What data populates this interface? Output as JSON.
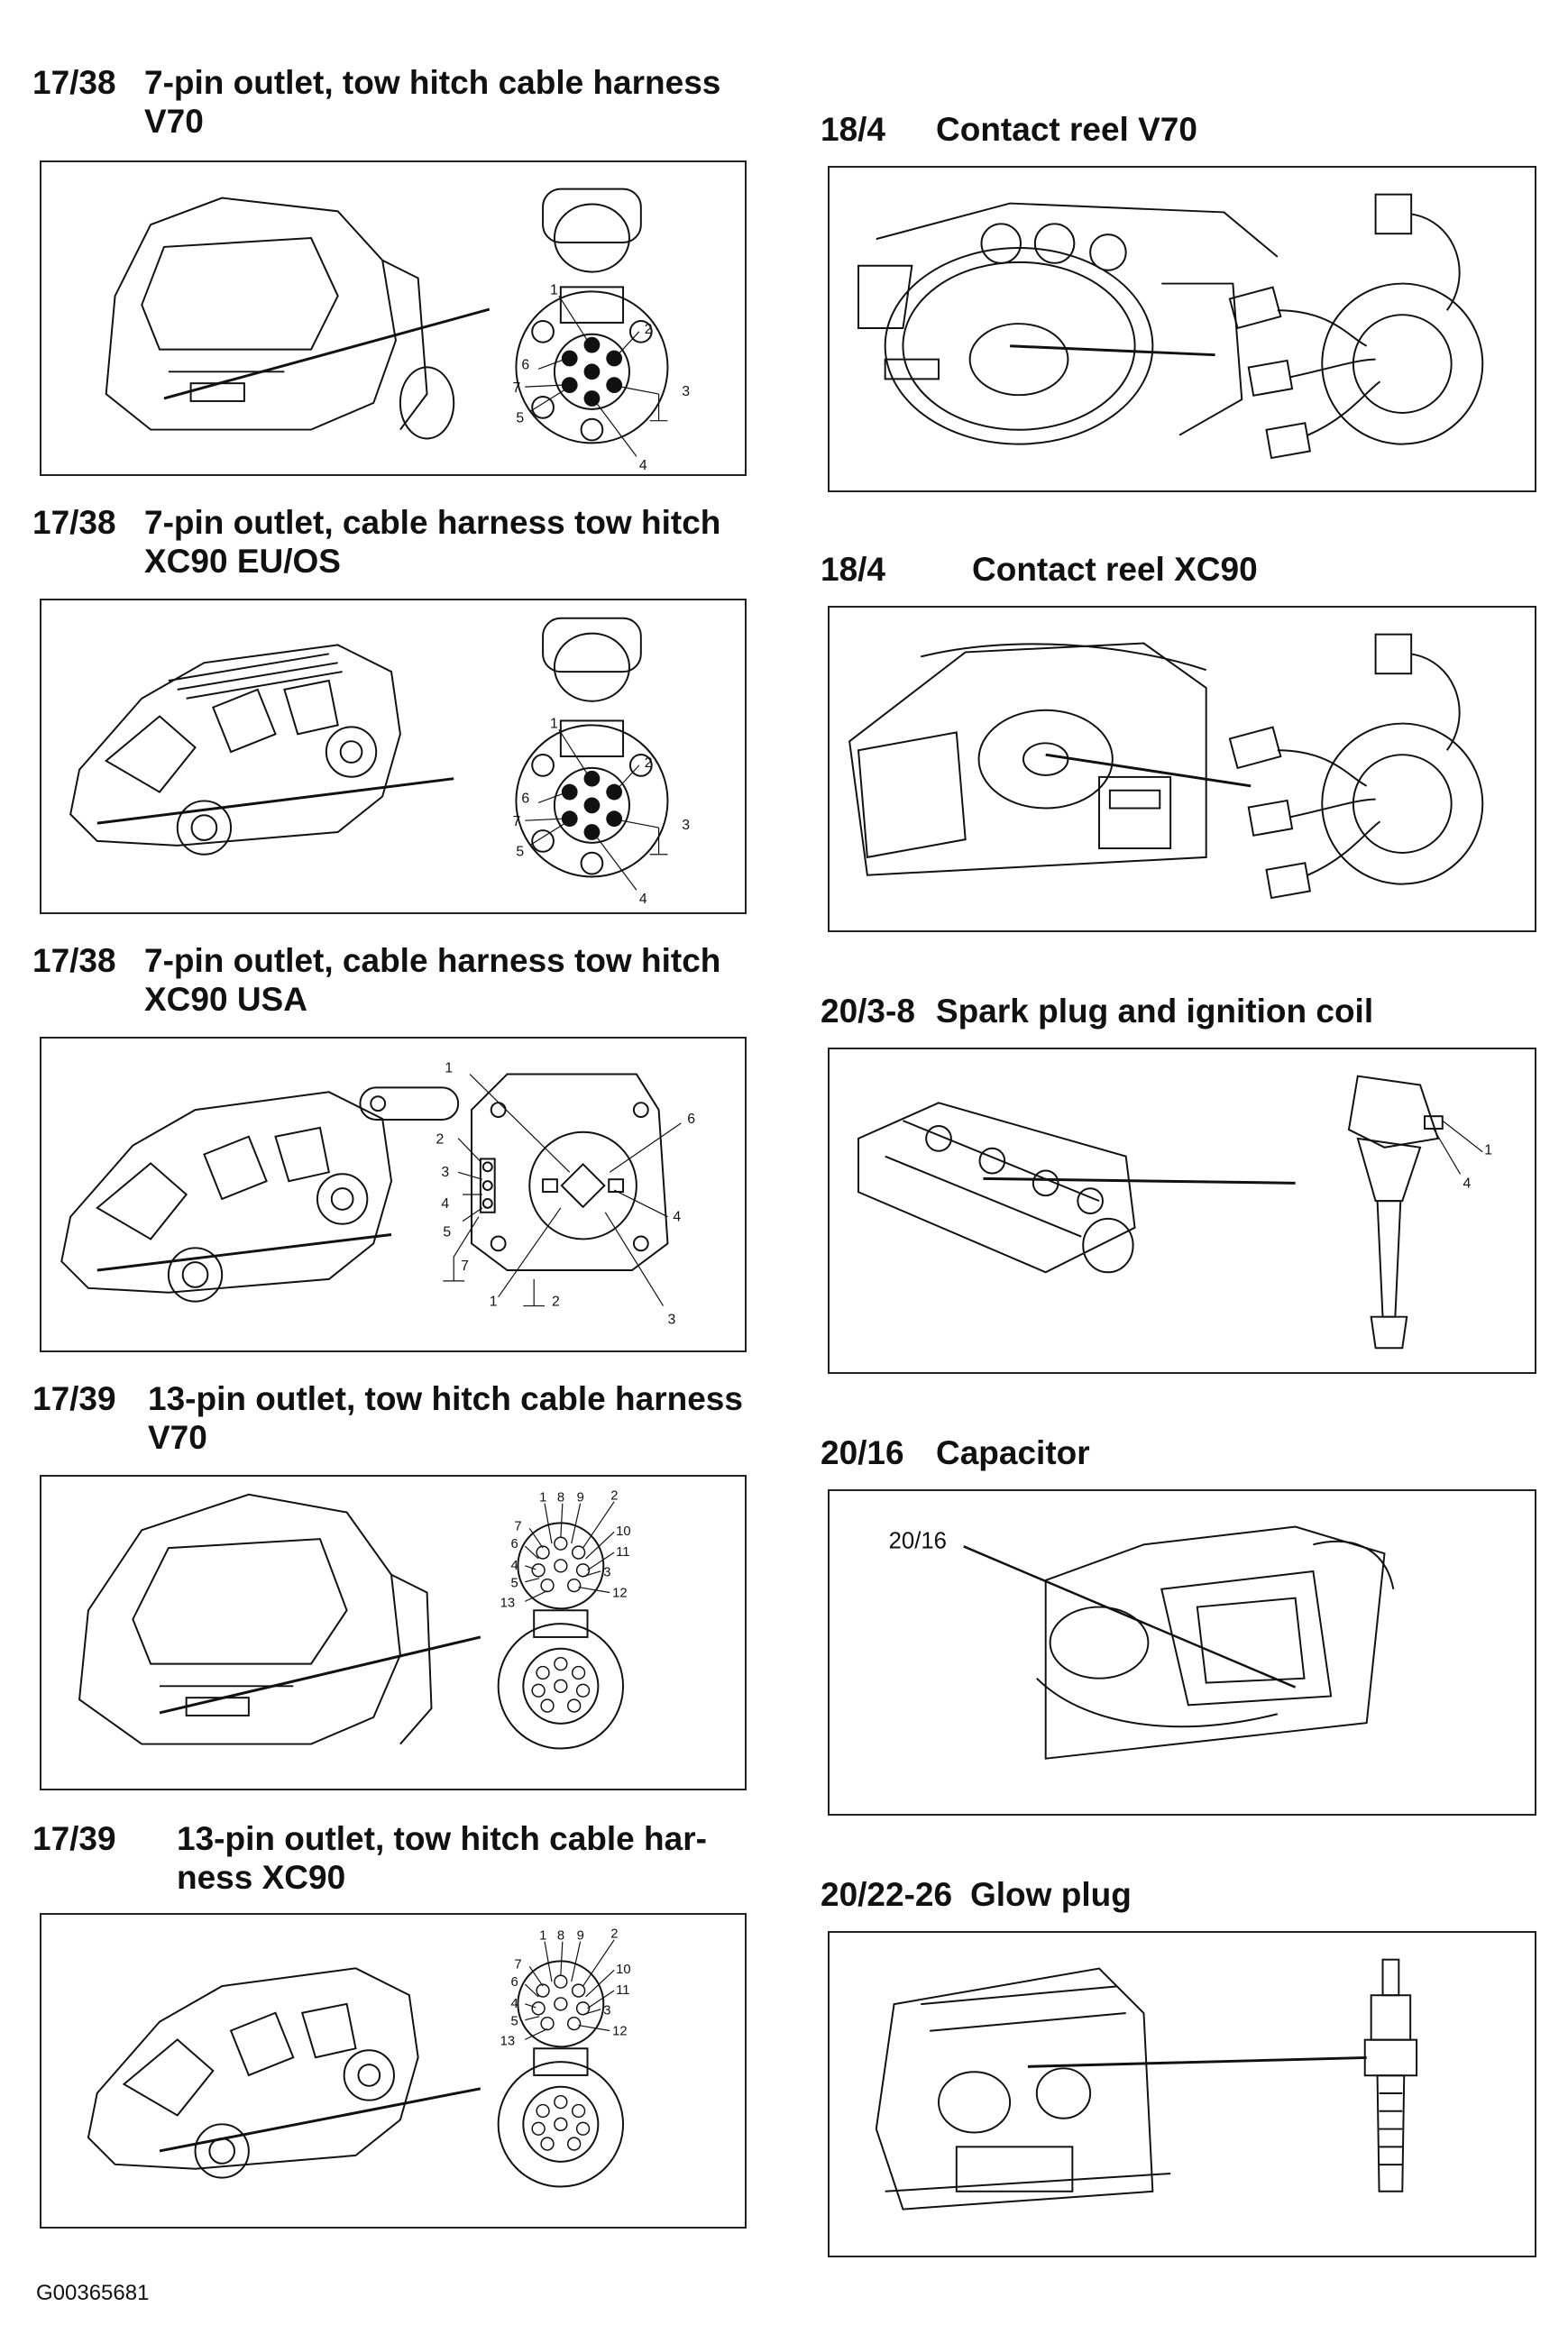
{
  "sections": [
    {
      "code": "17/38",
      "title_line1": "7-pin outlet, tow hitch cable harness",
      "title_line2": "V70",
      "pins": [
        "1",
        "2",
        "3",
        "4",
        "5",
        "6",
        "7"
      ]
    },
    {
      "code": "17/38",
      "title_line1": "7-pin outlet, cable harness tow hitch",
      "title_line2": "XC90 EU/OS",
      "pins": [
        "1",
        "2",
        "3",
        "4",
        "5",
        "6",
        "7"
      ]
    },
    {
      "code": "17/38",
      "title_line1": "7-pin outlet, cable harness tow hitch",
      "title_line2": "XC90 USA",
      "pins": [
        "1",
        "2",
        "3",
        "4",
        "5",
        "6",
        "7",
        "1",
        "2",
        "3",
        "4"
      ]
    },
    {
      "code": "17/39",
      "title_line1": "13-pin outlet, tow hitch cable harness",
      "title_line2": "V70",
      "pins": [
        "1",
        "8",
        "9",
        "2",
        "7",
        "10",
        "6",
        "11",
        "4",
        "3",
        "5",
        "12",
        "13"
      ]
    },
    {
      "code": "17/39",
      "title_line1": "13-pin outlet, tow hitch cable har-",
      "title_line2": "ness XC90",
      "pins": [
        "1",
        "8",
        "9",
        "2",
        "7",
        "10",
        "6",
        "11",
        "4",
        "3",
        "5",
        "12",
        "13"
      ]
    },
    {
      "code": "18/4",
      "title_line1": "Contact reel V70"
    },
    {
      "code": "18/4",
      "title_line1": "Contact reel XC90"
    },
    {
      "code": "20/3-8",
      "title_line1": "Spark plug and ignition coil",
      "pins": [
        "1",
        "4"
      ]
    },
    {
      "code": "20/16",
      "title_line1": "Capacitor",
      "callout": "20/16"
    },
    {
      "code": "20/22-26",
      "title_line1": "Glow plug"
    }
  ],
  "footer": {
    "image_code": "G00365681"
  }
}
